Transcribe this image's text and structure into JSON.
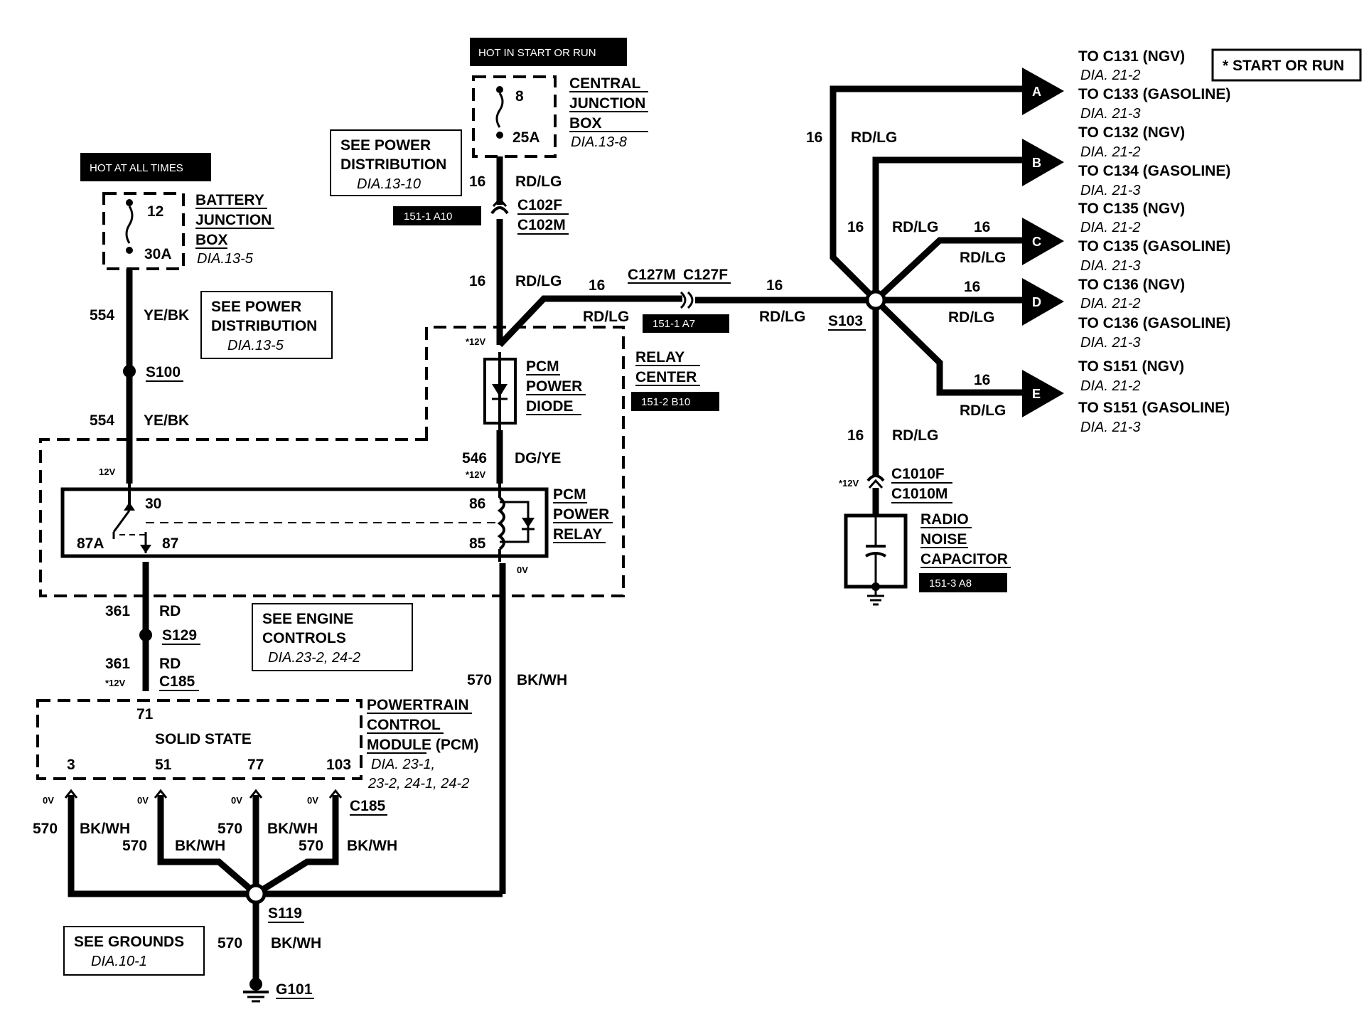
{
  "hot_labels": {
    "start_run": "HOT IN START OR RUN",
    "all_times": "HOT AT ALL TIMES"
  },
  "legend": {
    "start_or_run": "* START OR RUN"
  },
  "central_junction_box": {
    "fuse_number": "8",
    "fuse_rating": "25A",
    "name_line1": "CENTRAL",
    "name_line2": "JUNCTION",
    "name_line3": "BOX",
    "ref": "DIA.13-8"
  },
  "battery_junction_box": {
    "fuse_number": "12",
    "fuse_rating": "30A",
    "name_line1": "BATTERY",
    "name_line2": "JUNCTION",
    "name_line3": "BOX",
    "ref": "DIA.13-5"
  },
  "see_power_top": {
    "line1": "SEE POWER",
    "line2": "DISTRIBUTION",
    "ref": "DIA.13-10"
  },
  "see_power_left": {
    "line1": "SEE POWER",
    "line2": "DISTRIBUTION",
    "ref": "DIA.13-5"
  },
  "see_engine": {
    "line1": "SEE ENGINE",
    "line2": "CONTROLS",
    "ref": "DIA.23-2, 24-2"
  },
  "see_grounds": {
    "line1": "SEE GROUNDS",
    "ref": "DIA.10-1"
  },
  "locators": {
    "c102": "151-1 A10",
    "c127": "151-1 A7",
    "relay_center": "151-2 B10",
    "capacitor": "151-3 A8"
  },
  "connectors": {
    "c102f": "C102F",
    "c102m": "C102M",
    "c127m": "C127M",
    "c127f": "C127F",
    "c1010f": "C1010F",
    "c1010m": "C1010M",
    "c185_top": "C185",
    "c185_bottom": "C185"
  },
  "splices": {
    "s100": "S100",
    "s129": "S129",
    "s103": "S103",
    "s119": "S119",
    "g101": "G101"
  },
  "circuits": {
    "c16": "16",
    "rdlg": "RD/LG",
    "c554": "554",
    "yebk": "YE/BK",
    "c546": "546",
    "dgye": "DG/YE",
    "c361": "361",
    "rd": "RD",
    "c570": "570",
    "bkwh": "BK/WH"
  },
  "voltages": {
    "v12": "12V",
    "v12s": "*12V",
    "v0": "0V"
  },
  "pcm_diode": {
    "line1": "PCM",
    "line2": "POWER",
    "line3": "DIODE"
  },
  "relay_center": {
    "line1": "RELAY",
    "line2": "CENTER"
  },
  "pcm_relay": {
    "line1": "PCM",
    "line2": "POWER",
    "line3": "RELAY",
    "pin30": "30",
    "pin87a": "87A",
    "pin87": "87",
    "pin86": "86",
    "pin85": "85"
  },
  "pcm": {
    "line1": "POWERTRAIN",
    "line2": "CONTROL",
    "line3": "MODULE (PCM)",
    "ref1": "DIA. 23-1,",
    "ref2": "23-2, 24-1, 24-2",
    "solid_state": "SOLID STATE",
    "pin71": "71",
    "pin3": "3",
    "pin51": "51",
    "pin77": "77",
    "pin103": "103"
  },
  "capacitor": {
    "line1": "RADIO",
    "line2": "NOISE",
    "line3": "CAPACITOR"
  },
  "destinations": [
    {
      "letter": "A",
      "line1": "TO C131 (NGV)",
      "ref1": "DIA. 21-2",
      "line2": "TO C133 (GASOLINE)",
      "ref2": "DIA. 21-3"
    },
    {
      "letter": "B",
      "line1": "TO C132 (NGV)",
      "ref1": "DIA. 21-2",
      "line2": "TO C134 (GASOLINE)",
      "ref2": "DIA. 21-3"
    },
    {
      "letter": "C",
      "line1": "TO C135 (NGV)",
      "ref1": "DIA. 21-2",
      "line2": "TO C135 (GASOLINE)",
      "ref2": "DIA. 21-3"
    },
    {
      "letter": "D",
      "line1": "TO C136 (NGV)",
      "ref1": "DIA. 21-2",
      "line2": "TO C136 (GASOLINE)",
      "ref2": "DIA. 21-3"
    },
    {
      "letter": "E",
      "line1": "TO S151 (NGV)",
      "ref1": "DIA. 21-2",
      "line2": "TO S151 (GASOLINE)",
      "ref2": "DIA. 21-3"
    }
  ]
}
